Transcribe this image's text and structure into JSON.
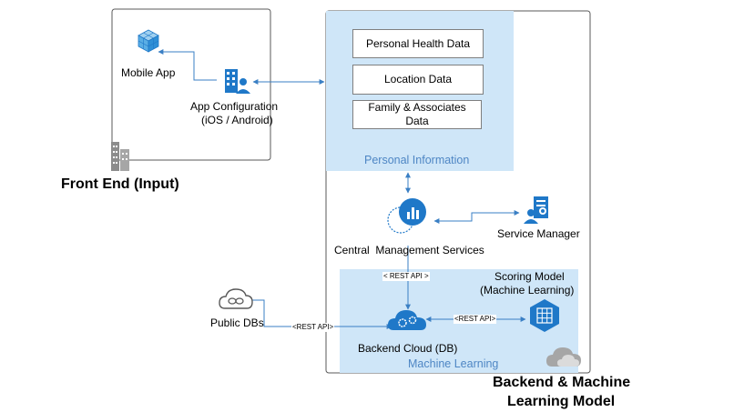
{
  "personal_info": {
    "boxes": [
      "Personal Health Data",
      "Location Data",
      "Family & Associates Data"
    ],
    "region_label": "Personal Information"
  },
  "front_end": {
    "mobile_app": "Mobile App",
    "app_config_line1": "App Configuration",
    "app_config_line2": "(iOS / Android)",
    "title": "Front End (Input)"
  },
  "central": {
    "label": "Central  Management Services",
    "service_manager": "Service Manager"
  },
  "ml": {
    "region_label": "Machine Learning",
    "scoring_line1": "Scoring Model",
    "scoring_line2": "(Machine Learning)",
    "backend_cloud": "Backend Cloud (DB)",
    "public_dbs": "Public DBs"
  },
  "api_labels": {
    "central_to_cloud": "< REST API >",
    "public_to_cloud": "<REST API>",
    "cloud_to_scoring": "<REST API>"
  },
  "backend_title_line1": "Backend & Machine",
  "backend_title_line2": "Learning Model",
  "colors": {
    "region_fill": "#cfe6f8",
    "accent_blue": "#1f78c8",
    "line_blue": "#3a7fc4",
    "gray_icon": "#8c8c8c"
  }
}
